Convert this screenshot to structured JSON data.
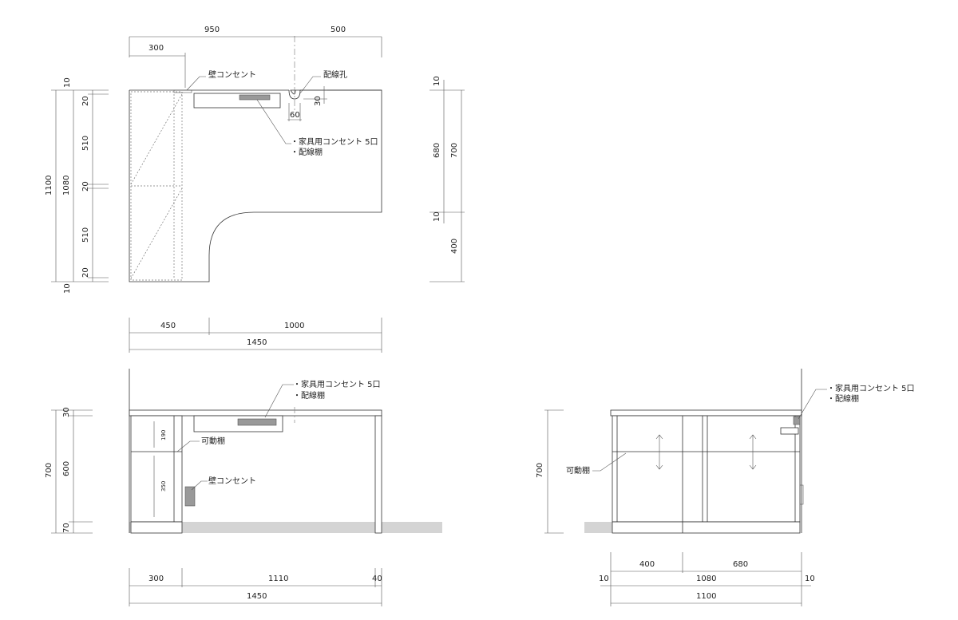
{
  "plan": {
    "dims": {
      "top_total_a": "950",
      "top_total_b": "500",
      "top_sub": "300",
      "left_outer": "1100",
      "left_inner": "1080",
      "left_seg": [
        "10",
        "20",
        "510",
        "20",
        "510",
        "20",
        "10"
      ],
      "right_a": "680",
      "right_b": "700",
      "right_c": "10",
      "right_top": "10",
      "right_d": "400",
      "bottom_a": "450",
      "bottom_b": "1000",
      "bottom_total": "1450",
      "hole_w": "60",
      "hole_d": "30"
    },
    "labels": {
      "wall_outlet": "壁コンセント",
      "wiring_hole": "配線孔",
      "furniture_outlet": "・家具用コンセント 5口",
      "wiring_shelf": "・配線棚"
    }
  },
  "front_elevation": {
    "dims": {
      "left_outer": "700",
      "left_seg": [
        "30",
        "600",
        "70"
      ],
      "inner_a": "190",
      "inner_b": "350",
      "bottom_a": "300",
      "bottom_b": "1110",
      "bottom_c": "40",
      "bottom_total": "1450"
    },
    "labels": {
      "furniture_outlet": "・家具用コンセント 5口",
      "wiring_shelf": "・配線棚",
      "movable_shelf": "可動棚",
      "wall_outlet": "壁コンセント"
    }
  },
  "side_elevation": {
    "dims": {
      "left_outer": "700",
      "bottom_a": "400",
      "bottom_b": "680",
      "bottom_c_left": "10",
      "bottom_c_mid": "1080",
      "bottom_c_right": "10",
      "bottom_total": "1100"
    },
    "labels": {
      "furniture_outlet": "・家具用コンセント 5口",
      "wiring_shelf": "・配線棚",
      "movable_shelf": "可動棚"
    }
  }
}
